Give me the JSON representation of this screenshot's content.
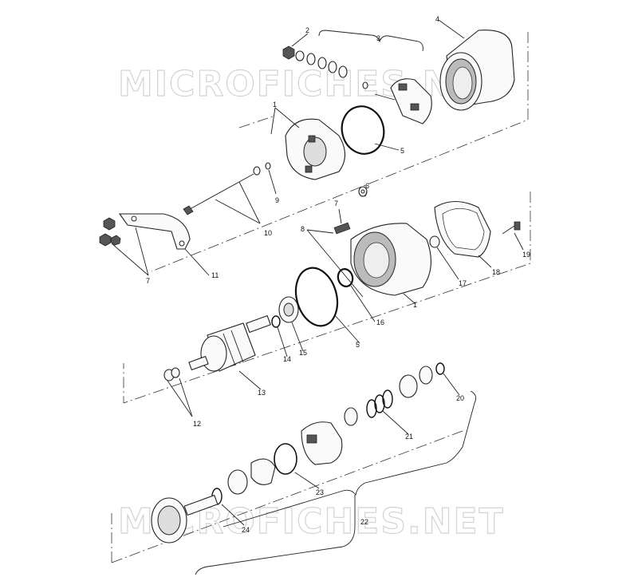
{
  "watermark_top": "MICROFICHES.NET",
  "watermark_bottom": "MICROFICHES.NET",
  "labels": {
    "l1a": "1",
    "l1b": "1",
    "l2": "2",
    "l3": "3",
    "l4": "4",
    "l5a": "5",
    "l5b": "5",
    "l6": "6",
    "l7a": "7",
    "l7b": "7",
    "l8": "8",
    "l9": "9",
    "l10": "10",
    "l11": "11",
    "l12": "12",
    "l13": "13",
    "l14": "14",
    "l15": "15",
    "l16": "16",
    "l17": "17",
    "l18": "18",
    "l19": "19",
    "l20": "20",
    "l21": "21",
    "l22": "22",
    "l23": "23",
    "l24": "24"
  }
}
